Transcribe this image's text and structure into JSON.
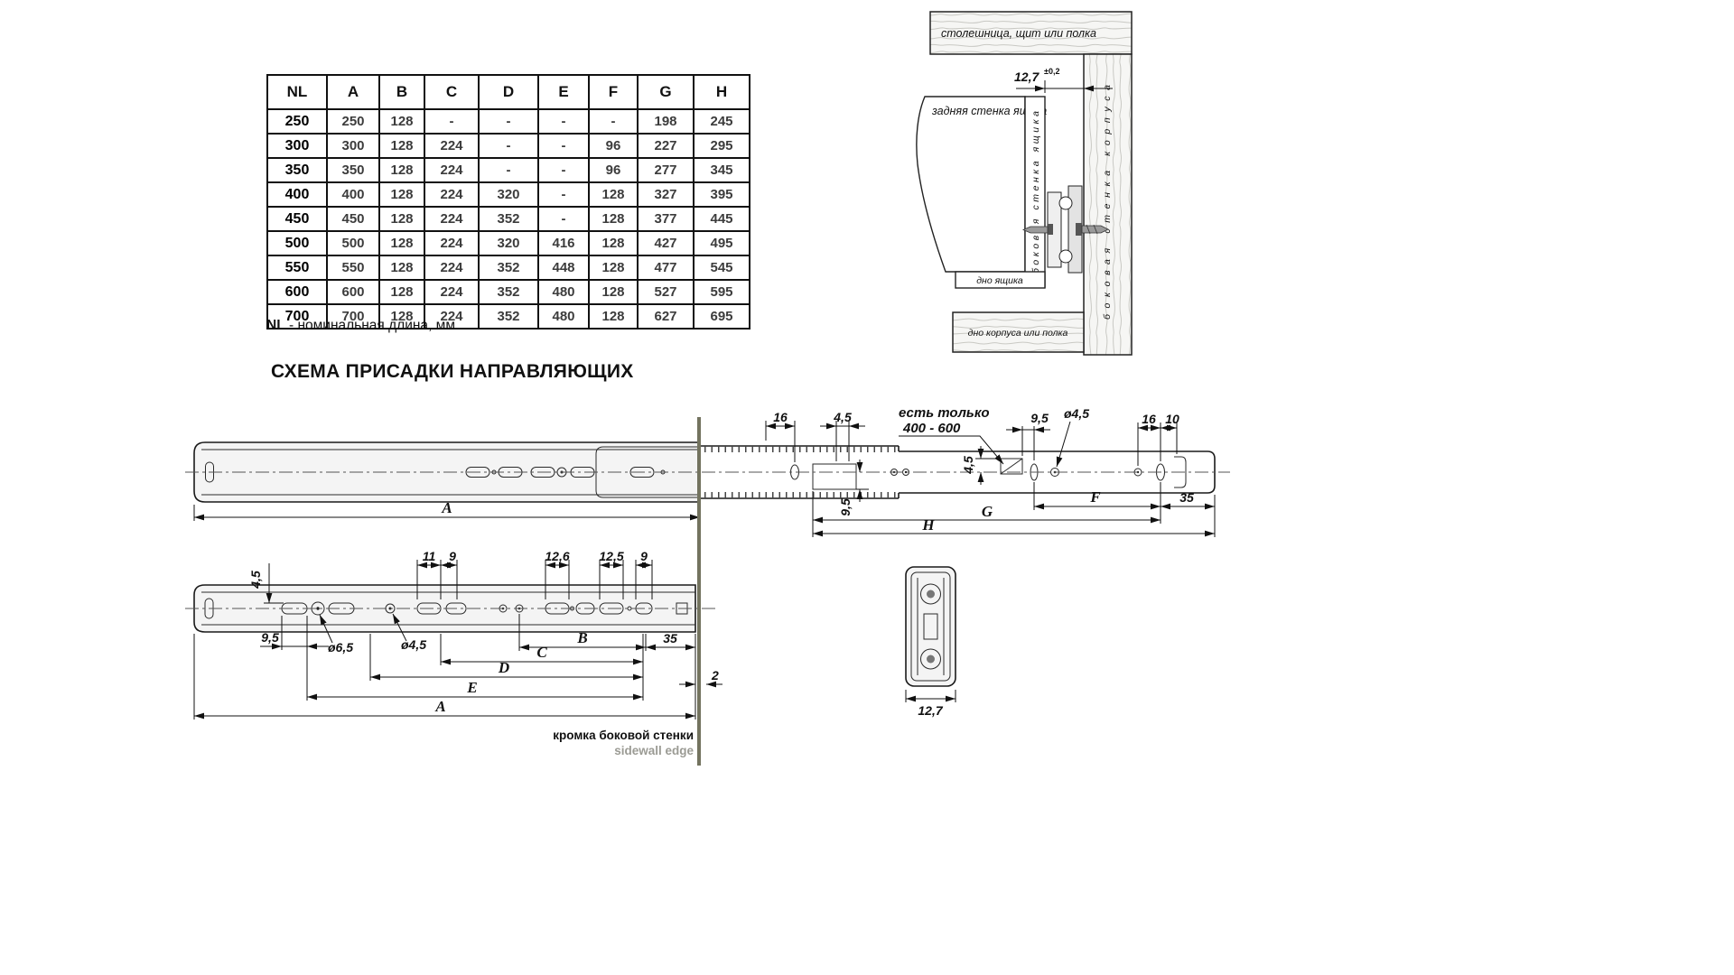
{
  "scheme_title": "СХЕМА ПРИСАДКИ НАПРАВЛЯЮЩИХ",
  "spec_table": {
    "headers": [
      "NL",
      "A",
      "B",
      "C",
      "D",
      "E",
      "F",
      "G",
      "H"
    ],
    "rows": [
      [
        "250",
        "250",
        "128",
        "-",
        "-",
        "-",
        "-",
        "198",
        "245"
      ],
      [
        "300",
        "300",
        "128",
        "224",
        "-",
        "-",
        "96",
        "227",
        "295"
      ],
      [
        "350",
        "350",
        "128",
        "224",
        "-",
        "-",
        "96",
        "277",
        "345"
      ],
      [
        "400",
        "400",
        "128",
        "224",
        "320",
        "-",
        "128",
        "327",
        "395"
      ],
      [
        "450",
        "450",
        "128",
        "224",
        "352",
        "-",
        "128",
        "377",
        "445"
      ],
      [
        "500",
        "500",
        "128",
        "224",
        "320",
        "416",
        "128",
        "427",
        "495"
      ],
      [
        "550",
        "550",
        "128",
        "224",
        "352",
        "448",
        "128",
        "477",
        "545"
      ],
      [
        "600",
        "600",
        "128",
        "224",
        "352",
        "480",
        "128",
        "527",
        "595"
      ],
      [
        "700",
        "700",
        "128",
        "224",
        "352",
        "480",
        "128",
        "627",
        "695"
      ]
    ],
    "note_term": "NL",
    "note_text": " - номинальная длина, мм."
  },
  "installation": {
    "top_panel": "столешница, щит или полка",
    "drawer_back": "задняя стенка ящика",
    "drawer_side": "боковая стенка ящика",
    "cabinet_side": "боковая стенка корпуса",
    "drawer_bottom": "дно ящика",
    "cabinet_bottom": "дно корпуса или полка",
    "gap_dim": "12,7",
    "gap_tol": "±0,2"
  },
  "upper_view": {
    "dim_a": "A",
    "dim_16_left": "16",
    "dim_45_top": "4,5",
    "note_line1": "есть только",
    "note_line2": "400 - 600",
    "dim_95_top": "9,5",
    "dim_dia45": "ø4,5",
    "dim_16_right": "16",
    "dim_10": "10",
    "dim_45_vert": "4,5",
    "dim_95_vert": "9,5",
    "dim_f": "F",
    "dim_35": "35",
    "dim_g": "G",
    "dim_h": "H"
  },
  "lower_view": {
    "dim_45_vert": "4,5",
    "dim_95": "9,5",
    "dim_dia65": "ø6,5",
    "dim_dia45": "ø4,5",
    "dim_11": "11",
    "dim_9_left": "9",
    "dim_126": "12,6",
    "dim_125": "12,5",
    "dim_9_right": "9",
    "dim_b": "B",
    "dim_35": "35",
    "dim_c": "C",
    "dim_d": "D",
    "dim_e": "E",
    "dim_a": "A",
    "dim_2": "2",
    "edge_label_ru": "кромка боковой стенки",
    "edge_label_en": "sidewall edge"
  },
  "end_view": {
    "dim_127": "12,7"
  },
  "colors": {
    "sidewall_edge_line": "#73735f",
    "sidewall_edge_text": "#9b9b94"
  }
}
